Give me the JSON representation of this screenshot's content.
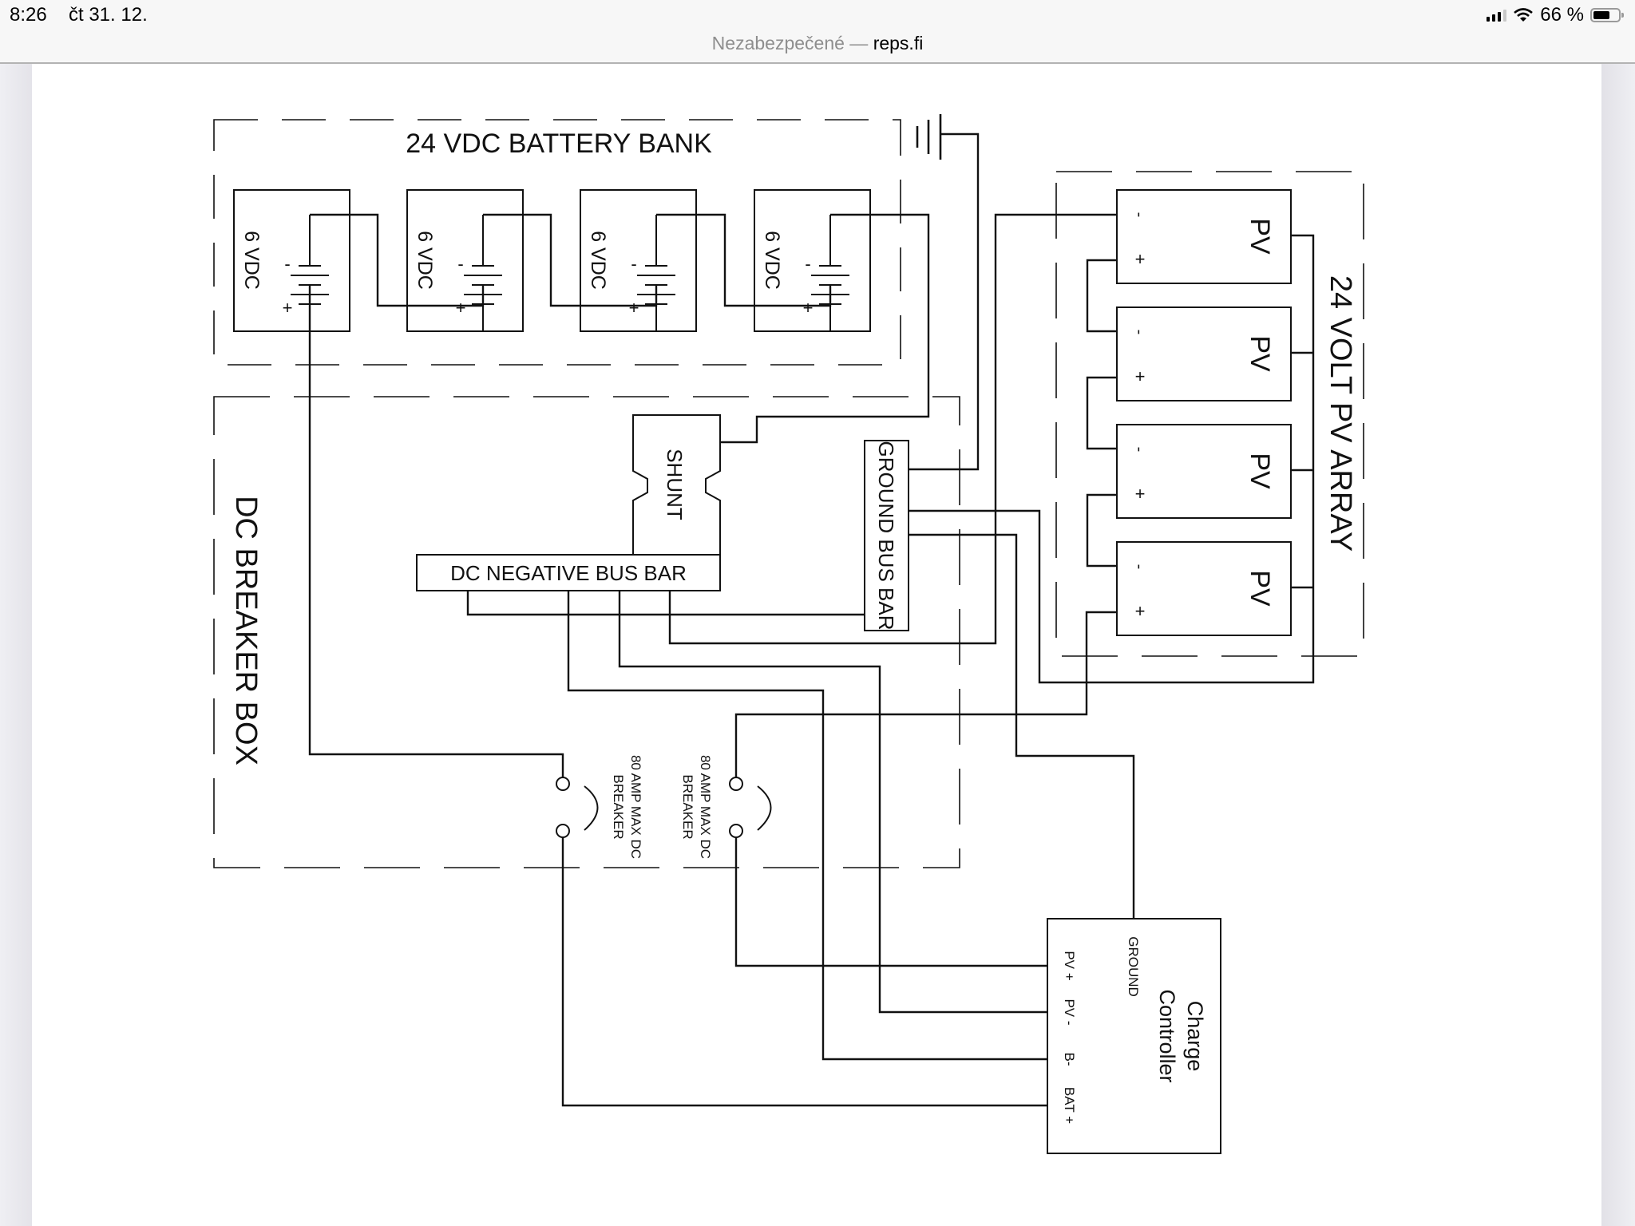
{
  "status_bar": {
    "time": "8:26",
    "date": "čt 31. 12.",
    "battery_percent": "66 %",
    "battery_level": 0.66,
    "signal_bars_active": 3,
    "signal_bars_total": 4,
    "icons": [
      "cellular-signal-icon",
      "wifi-icon",
      "battery-icon"
    ]
  },
  "url_bar": {
    "security_label": "Nezabezpečené",
    "separator": " — ",
    "domain": "reps.fi"
  },
  "diagram": {
    "battery_bank": {
      "title": "24 VDC BATTERY BANK",
      "batteries": [
        {
          "label": "6 VDC",
          "neg": "-",
          "pos": "+"
        },
        {
          "label": "6 VDC",
          "neg": "-",
          "pos": "+"
        },
        {
          "label": "6 VDC",
          "neg": "-",
          "pos": "+"
        },
        {
          "label": "6 VDC",
          "neg": "-",
          "pos": "+"
        }
      ]
    },
    "breaker_box": {
      "title": "DC BREAKER BOX",
      "shunt_label": "SHUNT",
      "negative_bus_label": "DC NEGATIVE BUS BAR",
      "ground_bus_label": "GROUND BUS BAR",
      "breakers": [
        {
          "line1": "80 AMP MAX DC",
          "line2": "BREAKER"
        },
        {
          "line1": "80 AMP MAX DC",
          "line2": "BREAKER"
        }
      ]
    },
    "pv_array": {
      "title": "24 VOLT PV ARRAY",
      "panels": [
        {
          "label": "PV",
          "neg": "-",
          "pos": "+"
        },
        {
          "label": "PV",
          "neg": "-",
          "pos": "+"
        },
        {
          "label": "PV",
          "neg": "-",
          "pos": "+"
        },
        {
          "label": "PV",
          "neg": "-",
          "pos": "+"
        }
      ]
    },
    "charge_controller": {
      "title_line1": "Charge",
      "title_line2": "Controller",
      "ground_label": "GROUND",
      "terminals": [
        "PV +",
        "PV -",
        "B-",
        "BAT +"
      ]
    }
  }
}
